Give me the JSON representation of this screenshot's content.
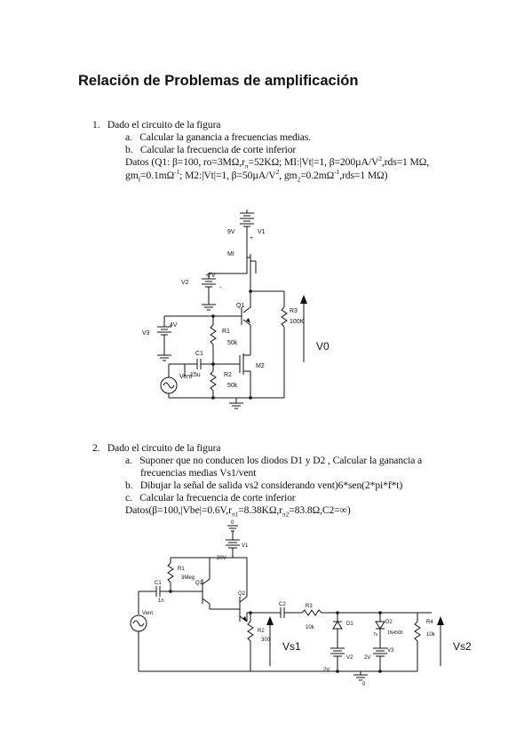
{
  "document": {
    "title": "Relación de Problemas de amplificación",
    "problems": [
      {
        "number": "1.",
        "statement": "Dado el circuito de la figura",
        "items": [
          {
            "letter": "a.",
            "text": "Calcular la ganancia a frecuencias medias."
          },
          {
            "letter": "b.",
            "text": "Calcular la frecuencia de corte inferior"
          }
        ],
        "data_line1": {
          "p1": "Datos (Q1: β=100, ro=3MΩ,r",
          "s1": "π",
          "p2": "=52KΩ; MI:|Vt|=1, β=200µA/V",
          "s2": "2",
          "p3": ",rds=1 MΩ,"
        },
        "data_line2": {
          "p1": "gm",
          "s1": "I",
          "p2": "=0.1mΩ",
          "s2": "-1",
          "p3": "; M2:|Vt|=1, β=50µA/V",
          "s3": "2",
          "p4": ", gm",
          "s4": "2",
          "p5": "=0.2mΩ",
          "s5": "-1",
          "p6": ",rds=1 MΩ)"
        },
        "circuit": {
          "v1_value": "9V",
          "v1_name": "V1",
          "mi_name": "MI",
          "v2_name": "V2",
          "v2_value": "7V",
          "q1_name": "Q1",
          "r3_name": "R3",
          "r3_value": "100K",
          "v3_name": "V3",
          "v3_value": "4V",
          "r1_name": "R1",
          "r1_value": "50k",
          "c1_name": "C1",
          "c1_value": "15u",
          "m2_name": "M2",
          "r2_name": "R2",
          "r2_value": "50k",
          "source_name": "Vent",
          "output_label": "V0",
          "plus": "+",
          "minus": "-"
        }
      },
      {
        "number": "2.",
        "statement": "Dado el circuito de la figura",
        "items": [
          {
            "letter": "a.",
            "text": "Suponer que no conducen los diodos D1 y D2 , Calcular la ganancia a",
            "cont": "frecuencias medias Vs1/vent"
          },
          {
            "letter": "b.",
            "text": "Dibujar la señal de salida vs2 considerando vent)6*sen(2*pi*f*t)"
          },
          {
            "letter": "c.",
            "text": "Calcular la frecuencia de corte inferior"
          }
        ],
        "data_line": {
          "p1": "Datos(β=100,|Vbe|=0.6V,r",
          "s1": "π1",
          "p2": "=8.38KΩ,r",
          "s2": "π2",
          "p3": "=83.8Ω,C2=∞)"
        },
        "circuit": {
          "top_node": "0",
          "v1_name": "V1",
          "v1_value": "20V",
          "r1_name": "R1",
          "r1_value": "3Meg",
          "q1_name": "Q1",
          "q2_name": "Q2",
          "c1_name": "C1",
          "c1_value": "1n",
          "source_name": "Vent",
          "r2_name": "R2",
          "r2_value": "300",
          "c2_name": "C2",
          "r3_name": "R3",
          "r3_value": "10k",
          "d1_name": "D1",
          "d2_name": "D2",
          "d2_model": "1N4500",
          "d2_extra": "7v",
          "v2_name": "V2",
          "v2_value": "2V",
          "v3_name": "V3",
          "v3_value": "2V",
          "r4_name": "R4",
          "r4_value": "10k",
          "vs1_label": "Vs1",
          "vs2_label": "Vs2",
          "gnd_node": "0"
        }
      }
    ]
  }
}
